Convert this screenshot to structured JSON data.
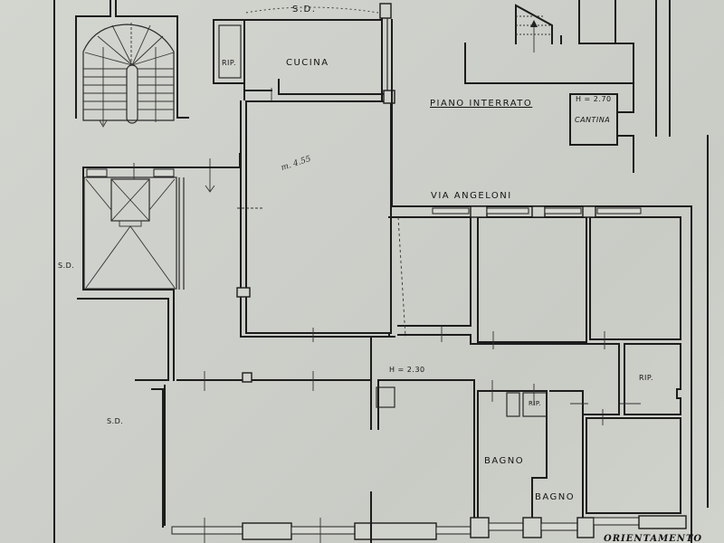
{
  "document": {
    "type": "floor-plan",
    "floor_label": "PIANO INTERRATO",
    "street_label": "VIA ANGELONI",
    "orientation_label": "ORIENTAMENTO",
    "colors": {
      "paper": "#cfd1cc",
      "ink": "#1c1c1c"
    }
  },
  "rooms": [
    {
      "id": "cucina",
      "label": "CUCINA"
    },
    {
      "id": "rip-top",
      "label": "RIP."
    },
    {
      "id": "cantina",
      "label": "CANTINA",
      "height_note": "H = 2.70"
    },
    {
      "id": "rip-right",
      "label": "RIP."
    },
    {
      "id": "rip-small",
      "label": "RIP."
    },
    {
      "id": "bagno-1",
      "label": "BAGNO"
    },
    {
      "id": "bagno-2",
      "label": "BAGNO"
    }
  ],
  "annotations": {
    "sd_top": "S.D.",
    "sd_left_upper": "S.D.",
    "sd_left_lower": "S.D.",
    "height_main": "H = 2.30",
    "handwritten_note": "m. 4.55"
  }
}
